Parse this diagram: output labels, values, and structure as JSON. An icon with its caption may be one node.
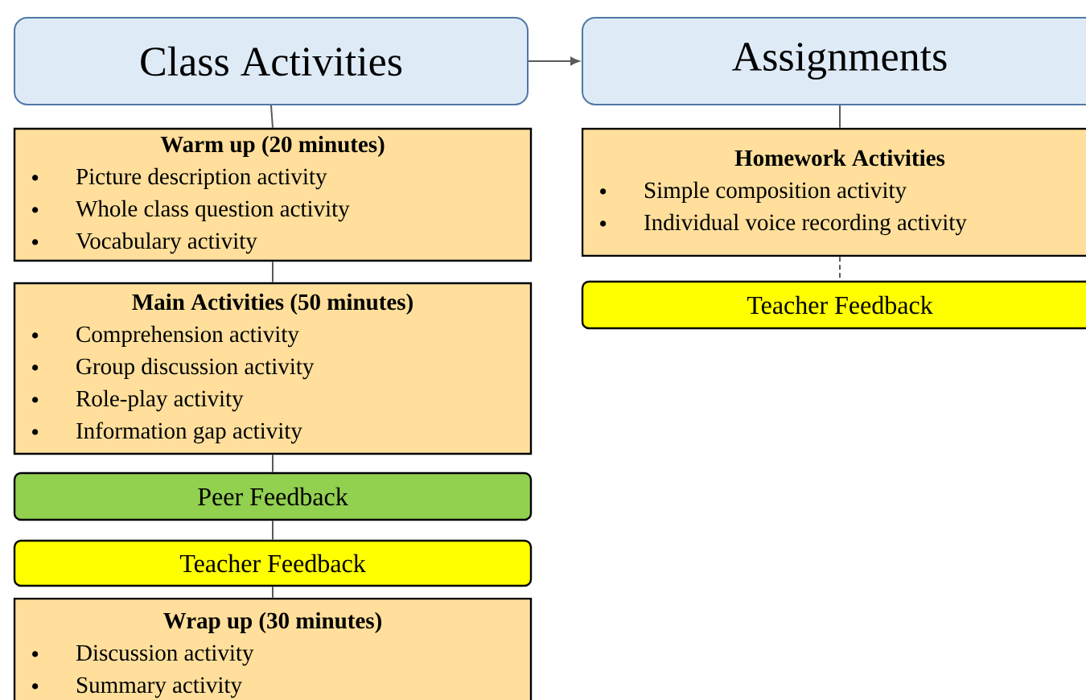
{
  "diagram": {
    "nodes": [
      {
        "text": [
          "Class Activities"
        ]
      },
      {
        "text": [
          "Warm up (20  minutes)",
          "Picture description activity",
          "Whole class question activity",
          "Vocabulary activity"
        ]
      },
      {
        "text": [
          "Main Activities (50  minutes)",
          "Comprehension activity",
          "Group discussion activity",
          "Role-play activity",
          "Information gap activity"
        ]
      },
      {
        "text": [
          "Peer Feedback"
        ]
      },
      {
        "text": [
          "Teacher Feedback"
        ]
      },
      {
        "text": [
          "Wrap up (30  minutes)",
          "Discussion activity",
          "Summary activity"
        ]
      },
      {
        "text": [
          "Assignments"
        ]
      },
      {
        "text": [
          "Homework Activities",
          "Simple composition activity",
          "Individual voice recording activity"
        ]
      },
      {
        "text": [
          "Teacher Feedback"
        ]
      }
    ],
    "edges": [
      {
        "from": 0,
        "to": 6,
        "arrow": "to"
      },
      {
        "from": 0,
        "to": 1,
        "arrow": "none"
      },
      {
        "from": 1,
        "to": 2,
        "arrow": "none"
      },
      {
        "from": 2,
        "to": 3,
        "arrow": "none"
      },
      {
        "from": 3,
        "to": 4,
        "arrow": "none"
      },
      {
        "from": 4,
        "to": 5,
        "arrow": "none"
      },
      {
        "from": 6,
        "to": 7,
        "arrow": "none"
      },
      {
        "from": 7,
        "to": 8,
        "arrow": "none",
        "style": "dashed"
      }
    ]
  }
}
